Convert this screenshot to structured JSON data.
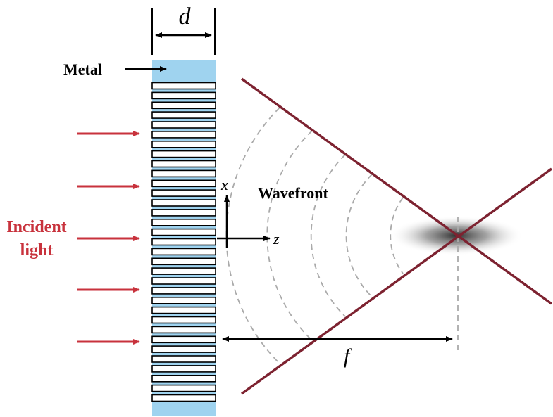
{
  "labels": {
    "thickness": "d",
    "metal": "Metal",
    "incident_line1": "Incident",
    "incident_line2": "light",
    "axis_x": "x",
    "axis_z": "z",
    "wavefront": "Wavefront",
    "focal_length": "f"
  },
  "slab": {
    "metal_layer_count": 33
  },
  "colors": {
    "dielectric": "#9fd3ef",
    "metal_line": "#000000",
    "incident_arrow": "#c8323c",
    "ray": "#7d2230",
    "wavefront": "#aaaaaa",
    "text": "#000000",
    "incident_text": "#c8323c"
  }
}
